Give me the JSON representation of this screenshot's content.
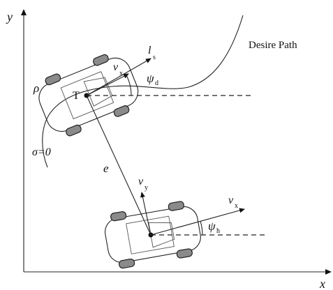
{
  "axes": {
    "x_label": "x",
    "y_label": "y"
  },
  "path": {
    "label": "Desire Path",
    "sigma_label": "σ=0"
  },
  "leader_vehicle": {
    "point_label": "T",
    "rho_label": "ρ",
    "ls_label": "l",
    "ls_sub": "s",
    "vx_label": "v",
    "vx_sub": "x",
    "psi_label": "ψ",
    "psi_sub": "d"
  },
  "link": {
    "e_label": "e"
  },
  "follower_vehicle": {
    "vx_label": "v",
    "vx_sub": "x",
    "vy_label": "v",
    "vy_sub": "y",
    "psi_label": "ψ",
    "psi_sub": "h"
  }
}
